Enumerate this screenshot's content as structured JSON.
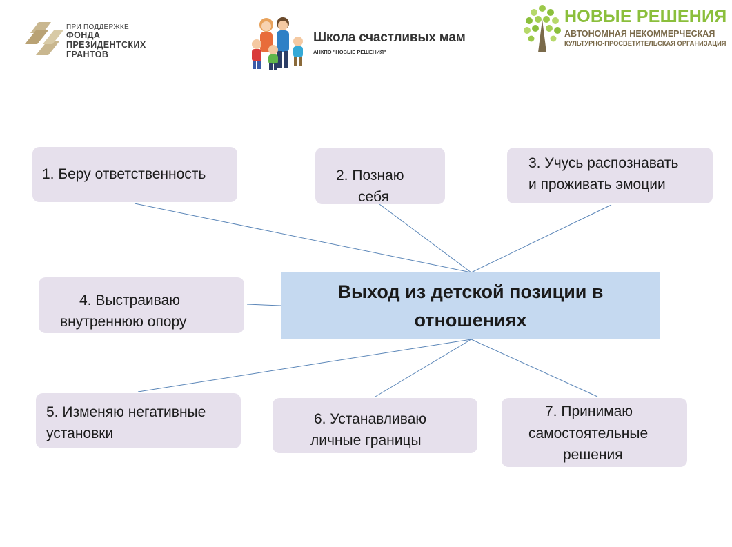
{
  "header": {
    "grants_logo": {
      "line1": "ПРИ ПОДДЕРЖКЕ",
      "line2": "ФОНДА",
      "line3": "ПРЕЗИДЕНТСКИХ",
      "line4": "ГРАНТОВ"
    },
    "school_logo": {
      "title": "Школа счастливых мам",
      "subtitle": "АНКПО \"НОВЫЕ РЕШЕНИЯ\""
    },
    "org_logo": {
      "title": "НОВЫЕ РЕШЕНИЯ",
      "line1": "АВТОНОМНАЯ НЕКОММЕРЧЕСКАЯ",
      "line2": "КУЛЬТУРНО-ПРОСВЕТИТЕЛЬСКАЯ ОРГАНИЗАЦИЯ"
    }
  },
  "diagram": {
    "center": {
      "line1": "Выход из детской позиции в",
      "line2": "отношениях"
    },
    "nodes": [
      {
        "id": 1,
        "lines": [
          "1. Беру ответственность"
        ]
      },
      {
        "id": 2,
        "lines": [
          "2. Познаю",
          "себя"
        ]
      },
      {
        "id": 3,
        "lines": [
          "3. Учусь распознавать",
          "и проживать эмоции"
        ]
      },
      {
        "id": 4,
        "lines": [
          "4. Выстраиваю",
          "внутреннюю опору"
        ]
      },
      {
        "id": 5,
        "lines": [
          "5. Изменяю негативные",
          "установки"
        ]
      },
      {
        "id": 6,
        "lines": [
          "6. Устанавливаю",
          "личные границы"
        ]
      },
      {
        "id": 7,
        "lines": [
          "7. Принимаю",
          "самостоятельные",
          "решения"
        ]
      }
    ]
  },
  "colors": {
    "node_fill": "#e6e0ec",
    "center_fill": "#c5d9f0",
    "connector": "#5b86b8",
    "brand_green": "#8bbf3c",
    "brand_brown": "#7a6a4a"
  }
}
